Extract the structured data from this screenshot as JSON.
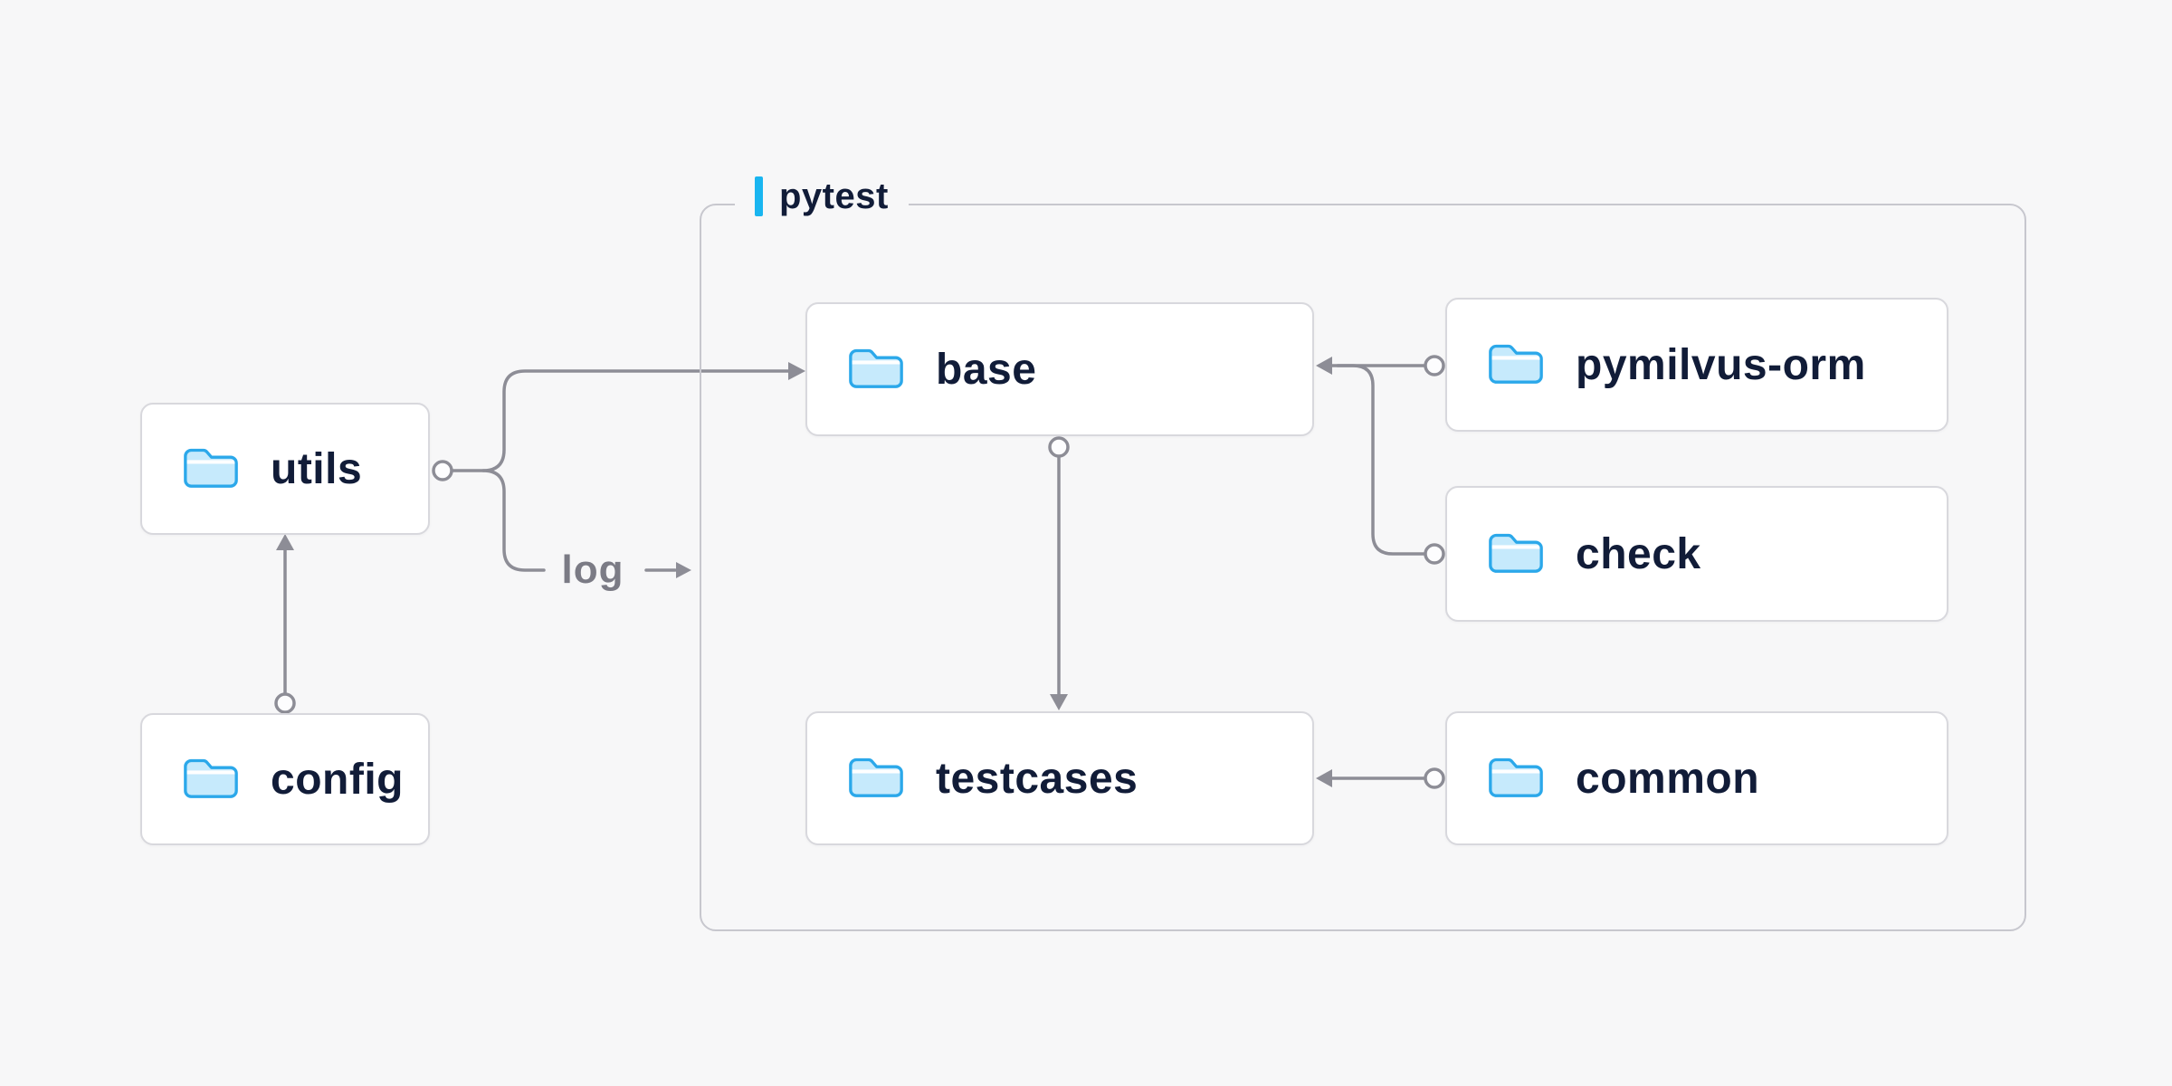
{
  "page": {
    "background": "#f7f7f8"
  },
  "diagram": {
    "group": {
      "label": "pytest",
      "accent_color": "#19b5f0"
    },
    "nodes": {
      "utils": {
        "label": "utils",
        "icon": "folder-icon"
      },
      "config": {
        "label": "config",
        "icon": "folder-icon"
      },
      "base": {
        "label": "base",
        "icon": "folder-icon"
      },
      "pymilvus_orm": {
        "label": "pymilvus-orm",
        "icon": "folder-icon"
      },
      "check": {
        "label": "check",
        "icon": "folder-icon"
      },
      "testcases": {
        "label": "testcases",
        "icon": "folder-icon"
      },
      "common": {
        "label": "common",
        "icon": "folder-icon"
      }
    },
    "edges": [
      {
        "from": "utils",
        "to": "base",
        "label": ""
      },
      {
        "from": "utils",
        "to": "pytest-group",
        "label": "log"
      },
      {
        "from": "config",
        "to": "utils",
        "label": ""
      },
      {
        "from": "base",
        "to": "testcases",
        "label": ""
      },
      {
        "from": "pymilvus_orm",
        "to": "base",
        "label": ""
      },
      {
        "from": "check",
        "to": "base",
        "label": ""
      },
      {
        "from": "common",
        "to": "testcases",
        "label": ""
      }
    ],
    "colors": {
      "line": "#8d8d96",
      "node_border": "#d8d8dd",
      "node_background": "#ffffff",
      "text": "#111c38",
      "folder_fill": "#c6eafc",
      "folder_stroke": "#2ba8ea"
    }
  }
}
